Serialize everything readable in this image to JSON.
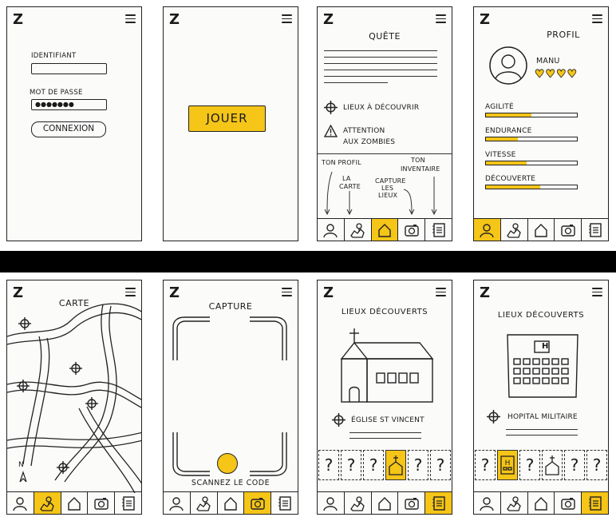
{
  "common": {
    "logo": "Z"
  },
  "s1": {
    "id_label": "IDENTIFIANT",
    "pwd_label": "MOT DE PASSE",
    "pwd_value": "●●●●●●●",
    "connect": "CONNEXION"
  },
  "s2": {
    "play": "JOUER"
  },
  "s3": {
    "title": "QUÊTE",
    "item1": "LIEUX À DÉCOUVRIR",
    "item2a": "ATTENTION",
    "item2b": "AUX ZOMBIES",
    "ann_profil": "TON PROFIL",
    "ann_carte_a": "LA",
    "ann_carte_b": "CARTE",
    "ann_capture_a": "CAPTURE",
    "ann_capture_b": "LES",
    "ann_capture_c": "LIEUX",
    "ann_inv_a": "TON",
    "ann_inv_b": "INVENTAIRE"
  },
  "s4": {
    "title": "PROFIL",
    "name": "MANU",
    "hearts": "♥♥♥♥",
    "stats": [
      {
        "label": "AGILITÉ",
        "level": 0.5
      },
      {
        "label": "ENDURANCE",
        "level": 0.35
      },
      {
        "label": "VITESSE",
        "level": 0.45
      },
      {
        "label": "DÉCOUVERTE",
        "level": 0.6
      }
    ]
  },
  "s5": {
    "title": "CARTE",
    "north": "N"
  },
  "s6": {
    "title": "CAPTURE",
    "scan": "SCANNEZ LE CODE"
  },
  "s7": {
    "title": "LIEUX DÉCOUVERTS",
    "place": "ÉGLISE ST VINCENT",
    "slots": [
      "?",
      "?",
      "?",
      "",
      "?",
      "?"
    ]
  },
  "s8": {
    "title": "LIEUX DÉCOUVERTS",
    "place": "HOPITAL MILITAIRE",
    "hospital_letter": "H",
    "slots": [
      "?",
      "",
      "?",
      "",
      "?",
      "?"
    ]
  },
  "icons": {
    "tabs": [
      "profile-icon",
      "map-icon",
      "home-icon",
      "camera-icon",
      "inventory-icon"
    ]
  },
  "colors": {
    "accent": "#f5c518"
  }
}
